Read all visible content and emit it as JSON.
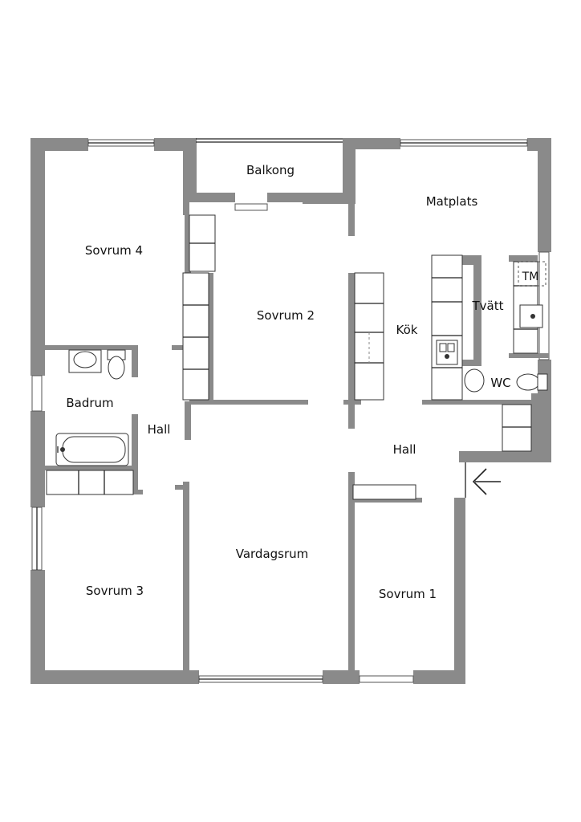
{
  "rooms": {
    "balkong": "Balkong",
    "matplats": "Matplats",
    "sovrum4": "Sovrum 4",
    "sovrum2": "Sovrum 2",
    "kok": "Kök",
    "tvatt": "Tvätt",
    "tm": "TM",
    "badrum": "Badrum",
    "hall_west": "Hall",
    "wc": "WC",
    "hall_east": "Hall",
    "vardagsrum": "Vardagsrum",
    "sovrum3": "Sovrum 3",
    "sovrum1": "Sovrum 1"
  },
  "colors": {
    "wall": "#8a8a8a",
    "line": "#222222",
    "background": "#ffffff"
  },
  "icons": {
    "entrance": "arrow-left-icon"
  }
}
